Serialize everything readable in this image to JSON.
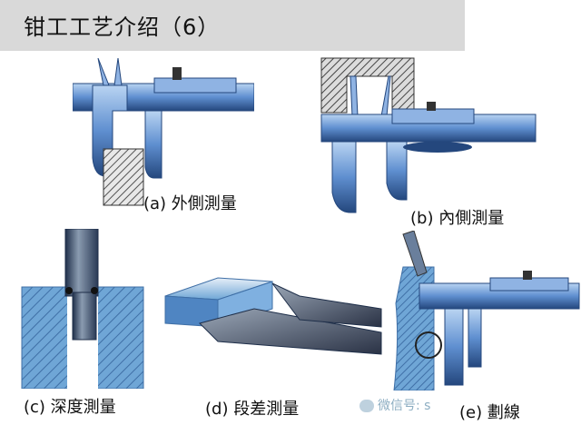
{
  "title": "钳工工艺介绍（6）",
  "panels": [
    {
      "id": "a",
      "caption": "(a) 外側測量"
    },
    {
      "id": "b",
      "caption": "(b) 內側測量"
    },
    {
      "id": "c",
      "caption": "(c) 深度測量"
    },
    {
      "id": "d",
      "caption": "(d) 段差測量"
    },
    {
      "id": "e",
      "caption": "(e) 劃線"
    }
  ],
  "watermark": {
    "text": "微信号: s"
  },
  "colors": {
    "caliper_blue": "#5f8fd0",
    "caliper_dark": "#24477d",
    "hatch": "#6a7f9c",
    "water_blue": "#6fa6d6"
  }
}
